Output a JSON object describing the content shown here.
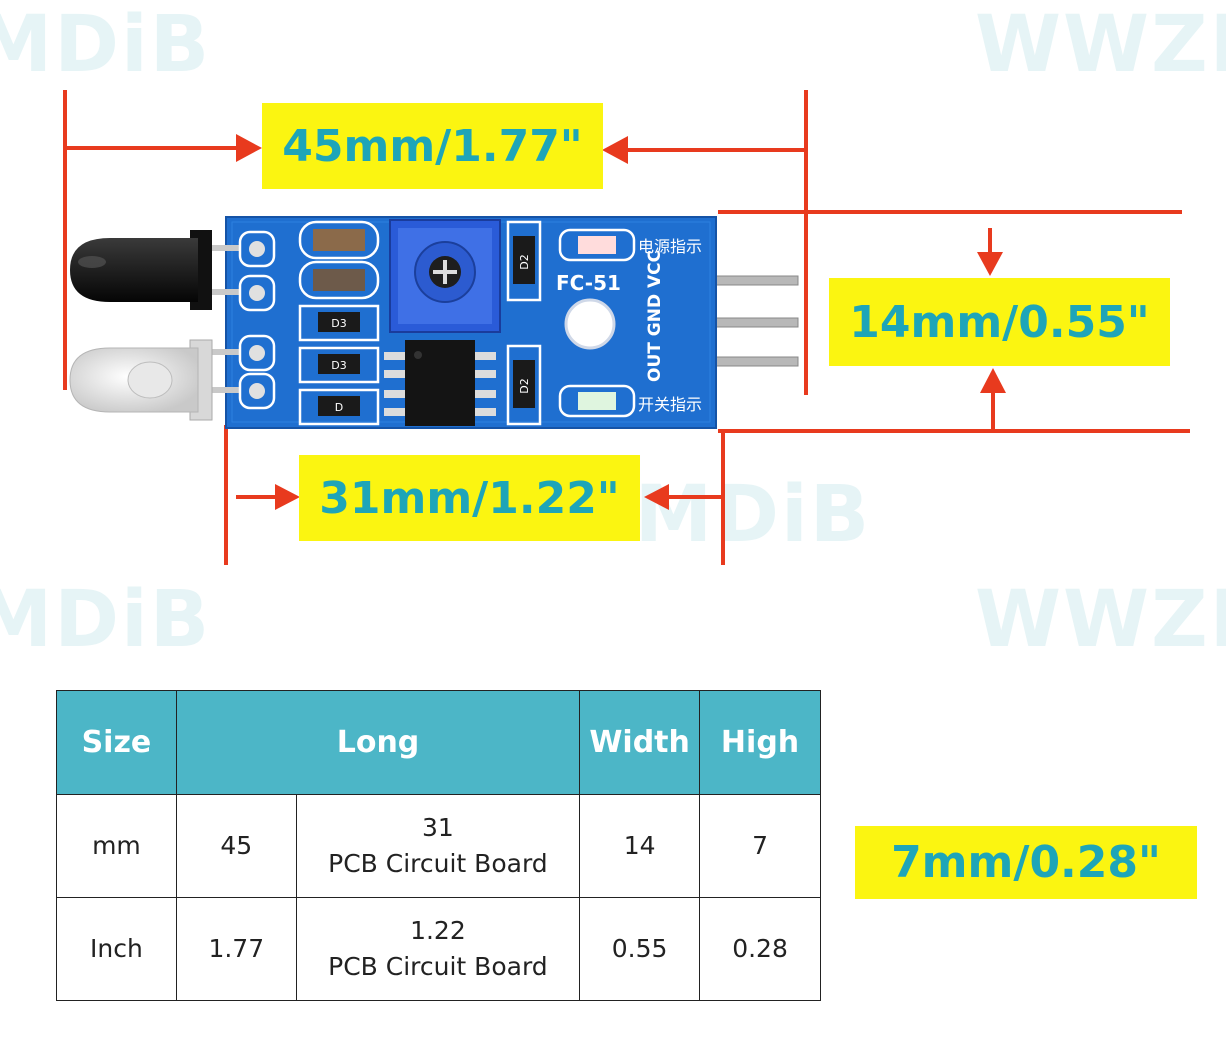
{
  "watermark": "WWZMDiB",
  "dimensions": {
    "length_total": "45mm/1.77\"",
    "width": "14mm/0.55\"",
    "pcb_length": "31mm/1.22\"",
    "height": "7mm/0.28\""
  },
  "board": {
    "model": "FC-51",
    "pins": "OUT GND VCC",
    "power_indicator": "电源指示",
    "switch_indicator": "开关指示",
    "silk_labels": [
      "D3",
      "D3",
      "D",
      "D2",
      "D2"
    ]
  },
  "table": {
    "headers": [
      "Size",
      "Long",
      "Width",
      "High"
    ],
    "rows": [
      {
        "unit": "mm",
        "long": "45",
        "pcb_value": "31",
        "pcb_label": "PCB Circuit Board",
        "width": "14",
        "high": "7"
      },
      {
        "unit": "Inch",
        "long": "1.77",
        "pcb_value": "1.22",
        "pcb_label": "PCB Circuit Board",
        "width": "0.55",
        "high": "0.28"
      }
    ]
  },
  "colors": {
    "label_bg": "#fbf511",
    "label_text": "#1ea5b8",
    "arrow": "#e83a1e",
    "pcb": "#1f6fd0",
    "table_header": "#4cb6c7"
  }
}
